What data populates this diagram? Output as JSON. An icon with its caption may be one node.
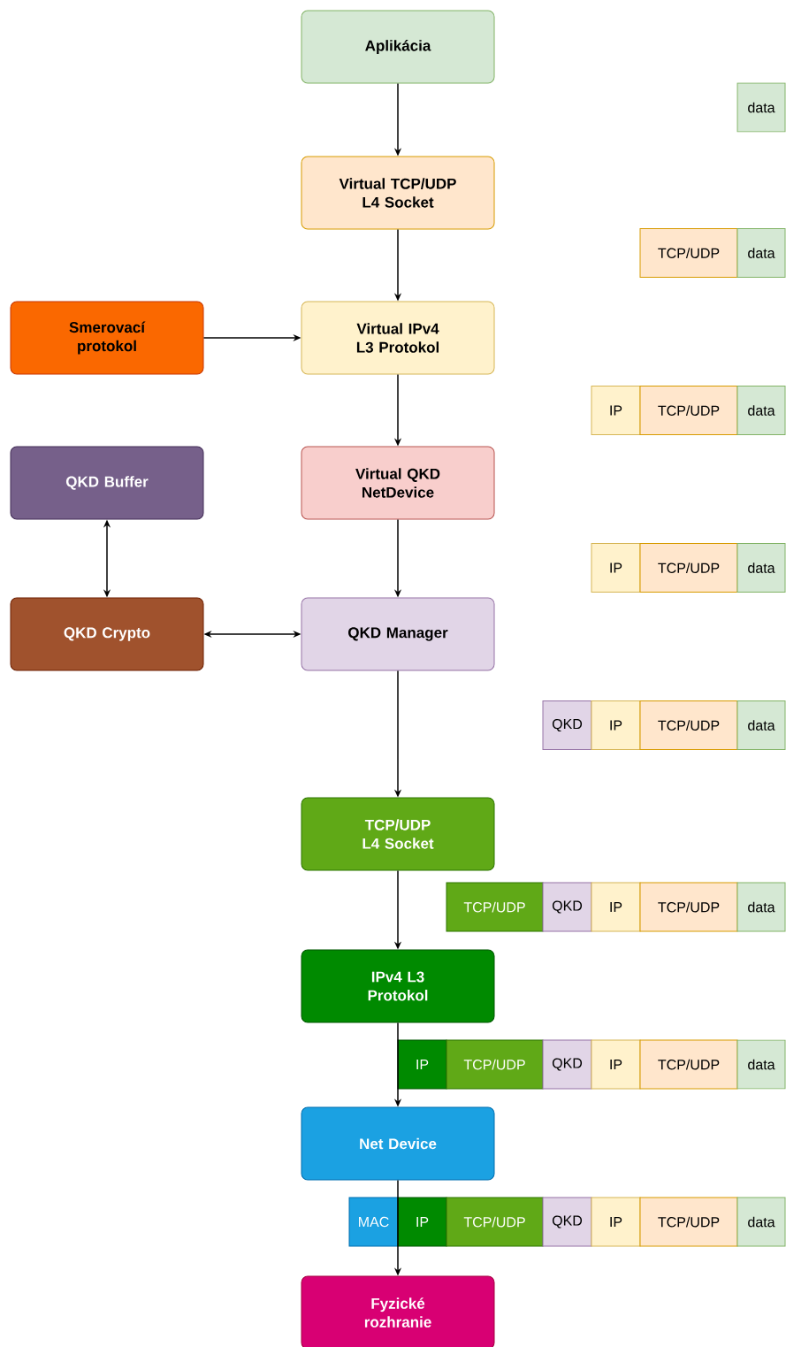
{
  "diagram": {
    "nodes": [
      {
        "text": [
          "Aplikácia"
        ]
      },
      {
        "text": [
          "Virtual TCP/UDP L4 Socket"
        ]
      },
      {
        "text": [
          "Smerovací protokol"
        ]
      },
      {
        "text": [
          "Virtual IPv4 L3 Protokol"
        ]
      },
      {
        "text": [
          "QKD Buffer"
        ]
      },
      {
        "text": [
          "Virtual QKD NetDevice"
        ]
      },
      {
        "text": [
          "QKD Crypto"
        ]
      },
      {
        "text": [
          "QKD Manager"
        ]
      },
      {
        "text": [
          "TCP/UDP L4 Socket"
        ]
      },
      {
        "text": [
          "IPv4 L3 Protokol"
        ]
      },
      {
        "text": [
          "Net Device"
        ]
      },
      {
        "text": [
          "Fyzické rozhranie"
        ]
      },
      {
        "text": [
          "data"
        ]
      },
      {
        "text": [
          "TCP/UDP"
        ]
      },
      {
        "text": [
          "data"
        ]
      },
      {
        "text": [
          "IP"
        ]
      },
      {
        "text": [
          "TCP/UDP"
        ]
      },
      {
        "text": [
          "data"
        ]
      },
      {
        "text": [
          "IP"
        ]
      },
      {
        "text": [
          "TCP/UDP"
        ]
      },
      {
        "text": [
          "data"
        ]
      },
      {
        "text": [
          "QKD"
        ]
      },
      {
        "text": [
          "IP"
        ]
      },
      {
        "text": [
          "TCP/UDP"
        ]
      },
      {
        "text": [
          "data"
        ]
      },
      {
        "text": [
          "TCP/UDP"
        ]
      },
      {
        "text": [
          "QKD"
        ]
      },
      {
        "text": [
          "IP"
        ]
      },
      {
        "text": [
          "TCP/UDP"
        ]
      },
      {
        "text": [
          "data"
        ]
      },
      {
        "text": [
          "IP"
        ]
      },
      {
        "text": [
          "TCP/UDP"
        ]
      },
      {
        "text": [
          "QKD"
        ]
      },
      {
        "text": [
          "IP"
        ]
      },
      {
        "text": [
          "TCP/UDP"
        ]
      },
      {
        "text": [
          "data"
        ]
      },
      {
        "text": [
          "MAC"
        ]
      },
      {
        "text": [
          "IP"
        ]
      },
      {
        "text": [
          "TCP/UDP"
        ]
      },
      {
        "text": [
          "QKD"
        ]
      },
      {
        "text": [
          "IP"
        ]
      },
      {
        "text": [
          "TCP/UDP"
        ]
      },
      {
        "text": [
          "data"
        ]
      }
    ],
    "edges": [
      {
        "from": 0,
        "to": 1,
        "arrow": "to"
      },
      {
        "from": 1,
        "to": 3,
        "arrow": "to"
      },
      {
        "from": 2,
        "to": 3,
        "arrow": "to"
      },
      {
        "from": 3,
        "to": 5,
        "arrow": "to"
      },
      {
        "from": 5,
        "to": 7,
        "arrow": "to"
      },
      {
        "from": 4,
        "to": 6,
        "arrow": "both"
      },
      {
        "from": 6,
        "to": 7,
        "arrow": "both"
      },
      {
        "from": 7,
        "to": 8,
        "arrow": "to"
      },
      {
        "from": 8,
        "to": 9,
        "arrow": "to"
      },
      {
        "from": 9,
        "to": 10,
        "arrow": "to"
      },
      {
        "from": 10,
        "to": 11,
        "arrow": "to"
      }
    ]
  }
}
